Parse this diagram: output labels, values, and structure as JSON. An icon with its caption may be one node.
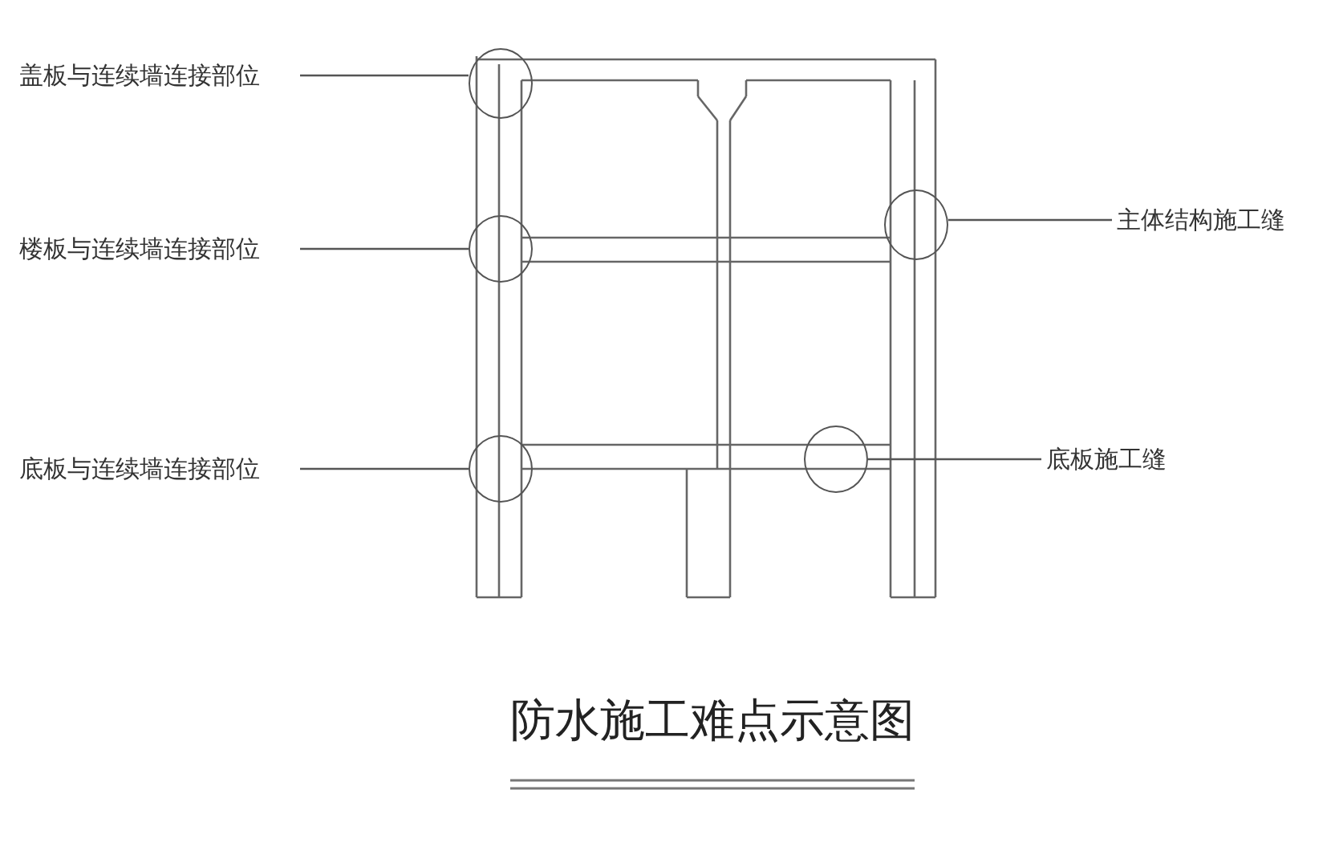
{
  "diagram": {
    "title": "防水施工难点示意图",
    "nodes": [
      {
        "text": [
          "盖板与连续墙连接部位"
        ]
      },
      {
        "text": [
          "楼板与连续墙连接部位"
        ]
      },
      {
        "text": [
          "底板与连续墙连接部位"
        ]
      },
      {
        "text": [
          "主体结构施工缝"
        ]
      },
      {
        "text": [
          "底板施工缝"
        ]
      },
      {
        "text": [],
        "shape": "circle"
      },
      {
        "text": [],
        "shape": "circle"
      },
      {
        "text": [],
        "shape": "circle"
      },
      {
        "text": [],
        "shape": "circle"
      },
      {
        "text": [],
        "shape": "circle"
      }
    ],
    "edges": [
      {
        "from": 0,
        "to": 5,
        "arrow": "none"
      },
      {
        "from": 1,
        "to": 6,
        "arrow": "none"
      },
      {
        "from": 2,
        "to": 7,
        "arrow": "none"
      },
      {
        "from": 3,
        "to": 8,
        "arrow": "none"
      },
      {
        "from": 4,
        "to": 9,
        "arrow": "none"
      }
    ]
  }
}
